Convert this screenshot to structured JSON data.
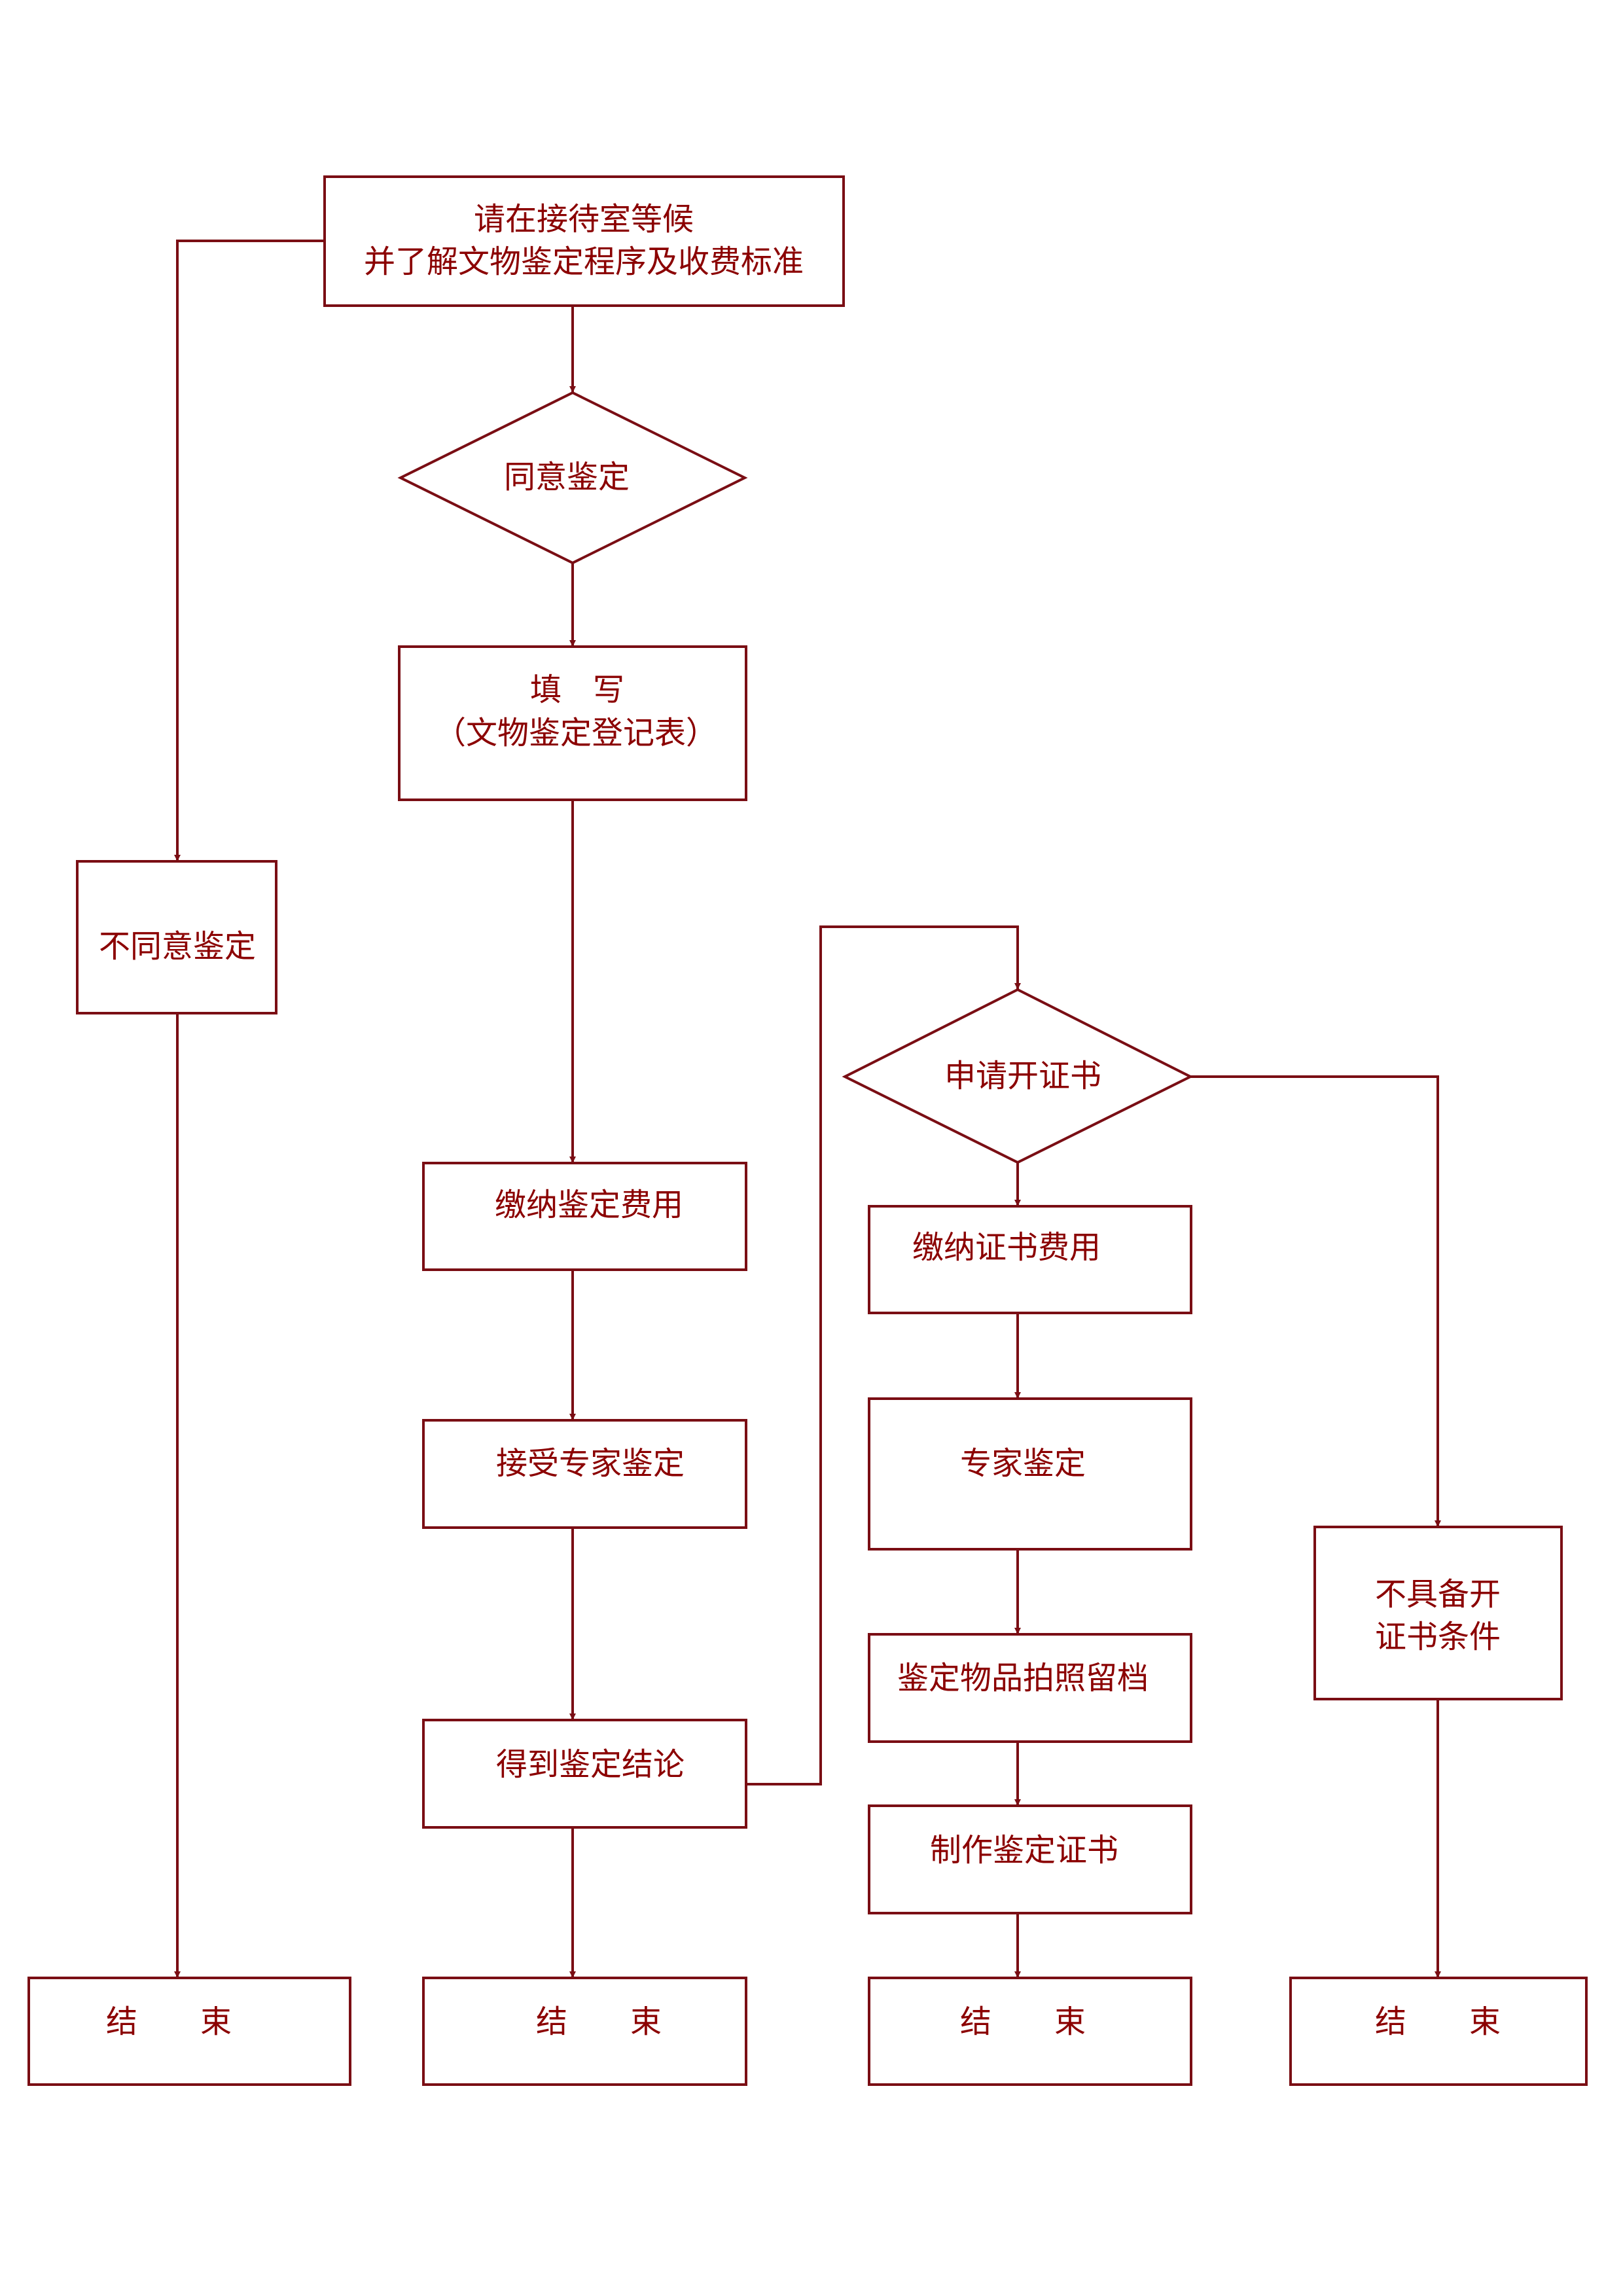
{
  "colors": {
    "stroke": "#7a0e14",
    "text": "#8b0000"
  },
  "nodes": {
    "wait": {
      "lines": [
        "请在接待室等候",
        "并了解文物鉴定程序及收费标准"
      ]
    },
    "agree": {
      "lines": [
        "同意鉴定"
      ]
    },
    "fill_form": {
      "lines": [
        "填　写",
        "（文物鉴定登记表）"
      ]
    },
    "disagree": {
      "lines": [
        "不同意鉴定"
      ]
    },
    "pay_fee": {
      "lines": [
        "缴纳鉴定费用"
      ]
    },
    "expert_appraisal": {
      "lines": [
        "接受专家鉴定"
      ]
    },
    "conclusion": {
      "lines": [
        "得到鉴定结论"
      ]
    },
    "apply_cert": {
      "lines": [
        "申请开证书"
      ]
    },
    "pay_cert_fee": {
      "lines": [
        "缴纳证书费用"
      ]
    },
    "expert": {
      "lines": [
        "专家鉴定"
      ]
    },
    "photo": {
      "lines": [
        "鉴定物品拍照留档"
      ]
    },
    "make_cert": {
      "lines": [
        "制作鉴定证书"
      ]
    },
    "no_condition": {
      "lines": [
        "不具备开",
        "证书条件"
      ]
    },
    "end_1": {
      "lines": [
        "结　　束"
      ]
    },
    "end_2": {
      "lines": [
        "结　　束"
      ]
    },
    "end_3": {
      "lines": [
        "结　　束"
      ]
    },
    "end_4": {
      "lines": [
        "结　　束"
      ]
    }
  }
}
